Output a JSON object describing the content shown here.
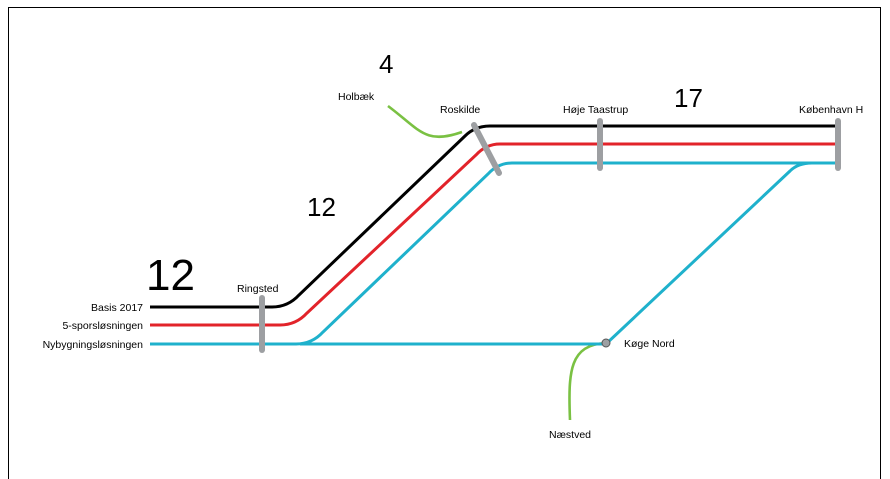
{
  "legend": {
    "basis": "Basis 2017",
    "five_track": "5-sporsløsningen",
    "new_build": "Nybygningsløsningen"
  },
  "stations": {
    "ringsted": "Ringsted",
    "roskilde": "Roskilde",
    "hoje_taastrup": "Høje Taastrup",
    "kobenhavn": "København H",
    "holbaek": "Holbæk",
    "koge_nord": "Køge Nord",
    "naestved": "Næstved"
  },
  "numbers": {
    "ringsted_value": "12",
    "slope_value": "12",
    "holbaek_value": "4",
    "top_value": "17"
  },
  "colors": {
    "basis": "#000000",
    "five_track": "#e2232a",
    "new_build": "#1fb1cc",
    "branch": "#7ac143",
    "station_bar": "#9d9fa2"
  }
}
